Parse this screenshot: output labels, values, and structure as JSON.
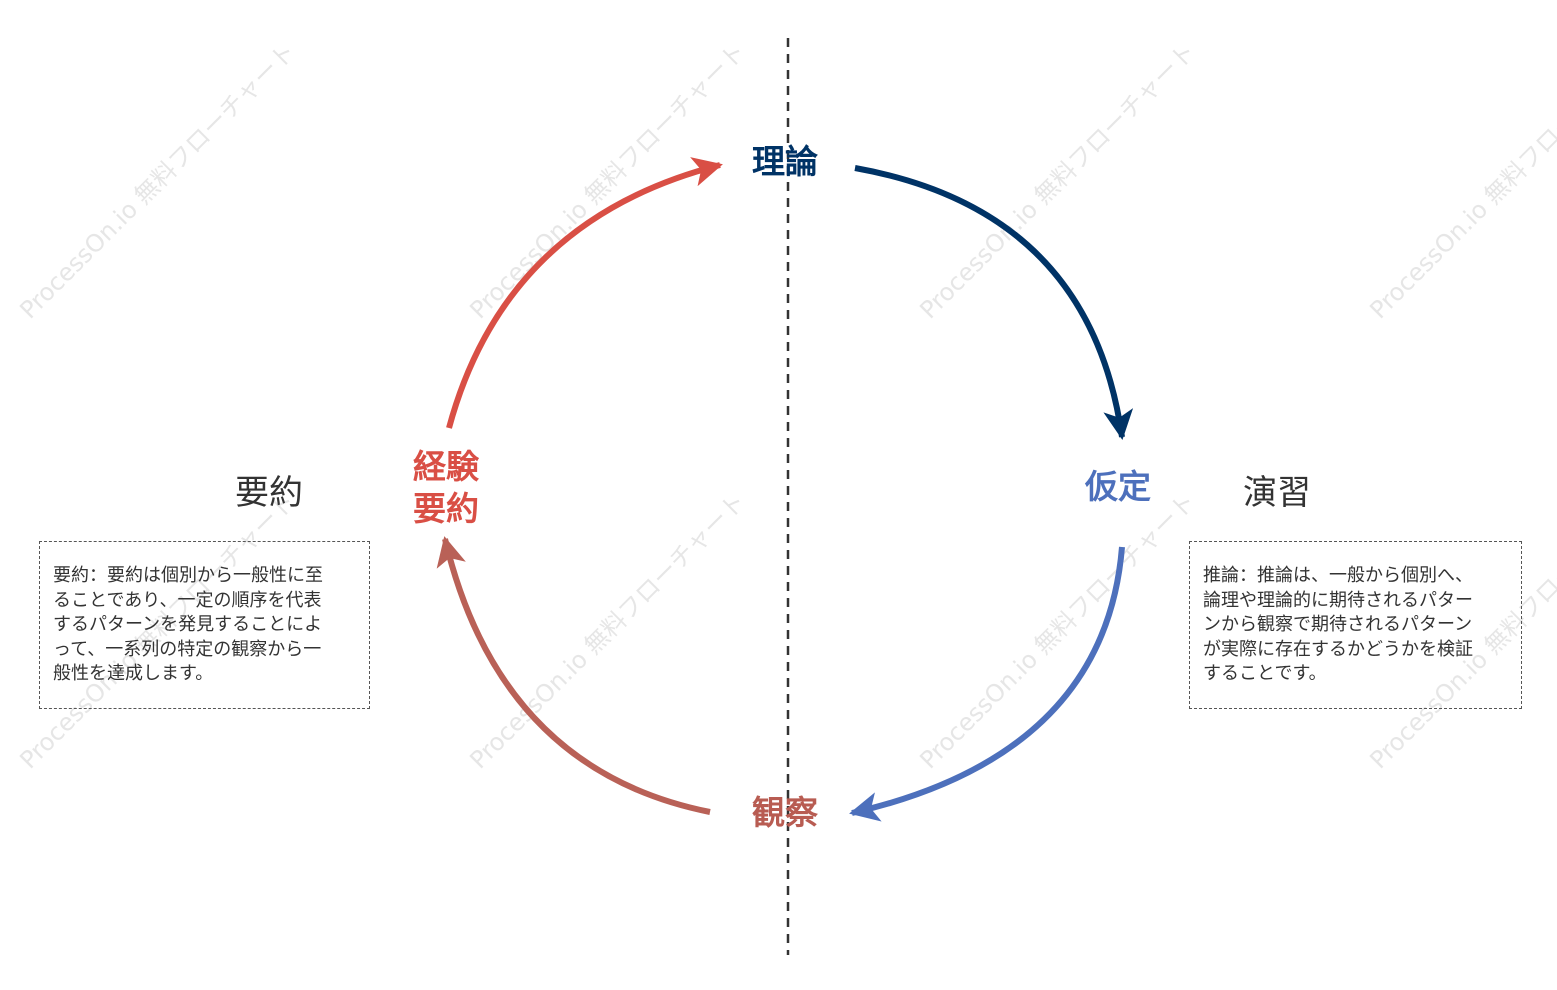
{
  "watermark": {
    "text": "ProcessOn.io 無料フローチャート",
    "color": "#e6e6e6"
  },
  "nodes": {
    "theory": {
      "label": "理論",
      "color": "#003366"
    },
    "hypothesis": {
      "label": "仮定",
      "color": "#4d70bc"
    },
    "observation": {
      "label": "観察",
      "color": "#b85c52"
    },
    "experience": {
      "label": [
        "経験",
        "要約"
      ],
      "color": "#d94f45"
    }
  },
  "arrows": {
    "theory_to_hypothesis": {
      "color": "#003366"
    },
    "hypothesis_to_observation": {
      "color": "#4d70bc"
    },
    "observation_to_experience": {
      "color": "#b96157"
    },
    "experience_to_theory": {
      "color": "#d94f45"
    }
  },
  "divider": {
    "color": "#333333"
  },
  "left_panel": {
    "title": "要約",
    "note_lines": [
      "要約：要約は個別から一般性に至",
      "ることであり、一定の順序を代表",
      "するパターンを発見することによ",
      "って、一系列の特定の観察から一",
      "般性を達成します。"
    ]
  },
  "right_panel": {
    "title": "演習",
    "note_lines": [
      "推論：推論は、一般から個別へ、",
      "論理や理論的に期待されるパター",
      "ンから観察で期待されるパターン",
      "が実際に存在するかどうかを検証",
      "することです。"
    ]
  }
}
